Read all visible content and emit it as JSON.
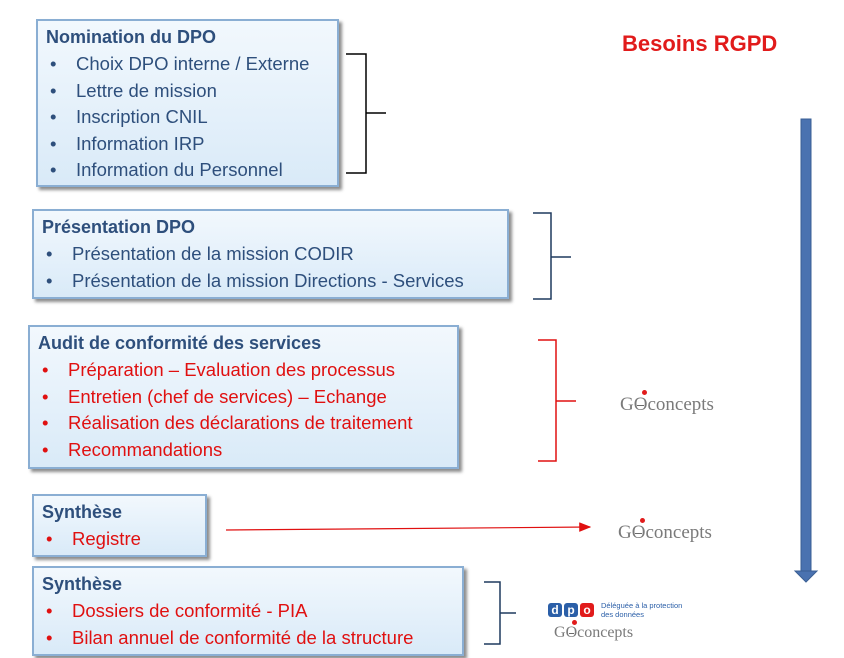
{
  "title": "Besoins RGPD",
  "colors": {
    "title": "#e11b1b",
    "heading": "#2e4f7c",
    "red_item": "#e01010",
    "box_border": "#8aaed3",
    "arrow": "#4a72b0"
  },
  "boxes": [
    {
      "heading": "Nomination du DPO",
      "items": [
        "Choix DPO interne / Externe",
        "Lettre de mission",
        "Inscription CNIL",
        "Information IRP",
        "Information du Personnel"
      ],
      "bracket_color": "#000000"
    },
    {
      "heading": "Présentation DPO",
      "items": [
        "Présentation de la mission CODIR",
        "Présentation de la mission Directions - Services"
      ],
      "bracket_color": "#1f3a5f"
    },
    {
      "heading": "Audit de conformité des services",
      "items": [
        "Préparation – Evaluation des processus",
        "Entretien (chef de services) – Echange",
        "Réalisation des déclarations de traitement",
        "Recommandations"
      ],
      "bracket_color": "#e01010"
    },
    {
      "heading": "Synthèse",
      "items": [
        "Registre"
      ]
    },
    {
      "heading": "Synthèse",
      "items": [
        "Dossiers de conformité - PIA",
        "Bilan annuel de conformité de la structure"
      ],
      "bracket_color": "#1f3a5f"
    }
  ],
  "bullet": "•",
  "brand": {
    "g": "G",
    "o": "O",
    "rest": "concepts"
  },
  "dpo_logo": {
    "letters": [
      "d",
      "p",
      "o"
    ],
    "letter_colors": [
      "#2b5fa8",
      "#2b5fa8",
      "#e11b1b"
    ],
    "caption_line1": "Déléguée à la protection",
    "caption_line2": "des données"
  }
}
